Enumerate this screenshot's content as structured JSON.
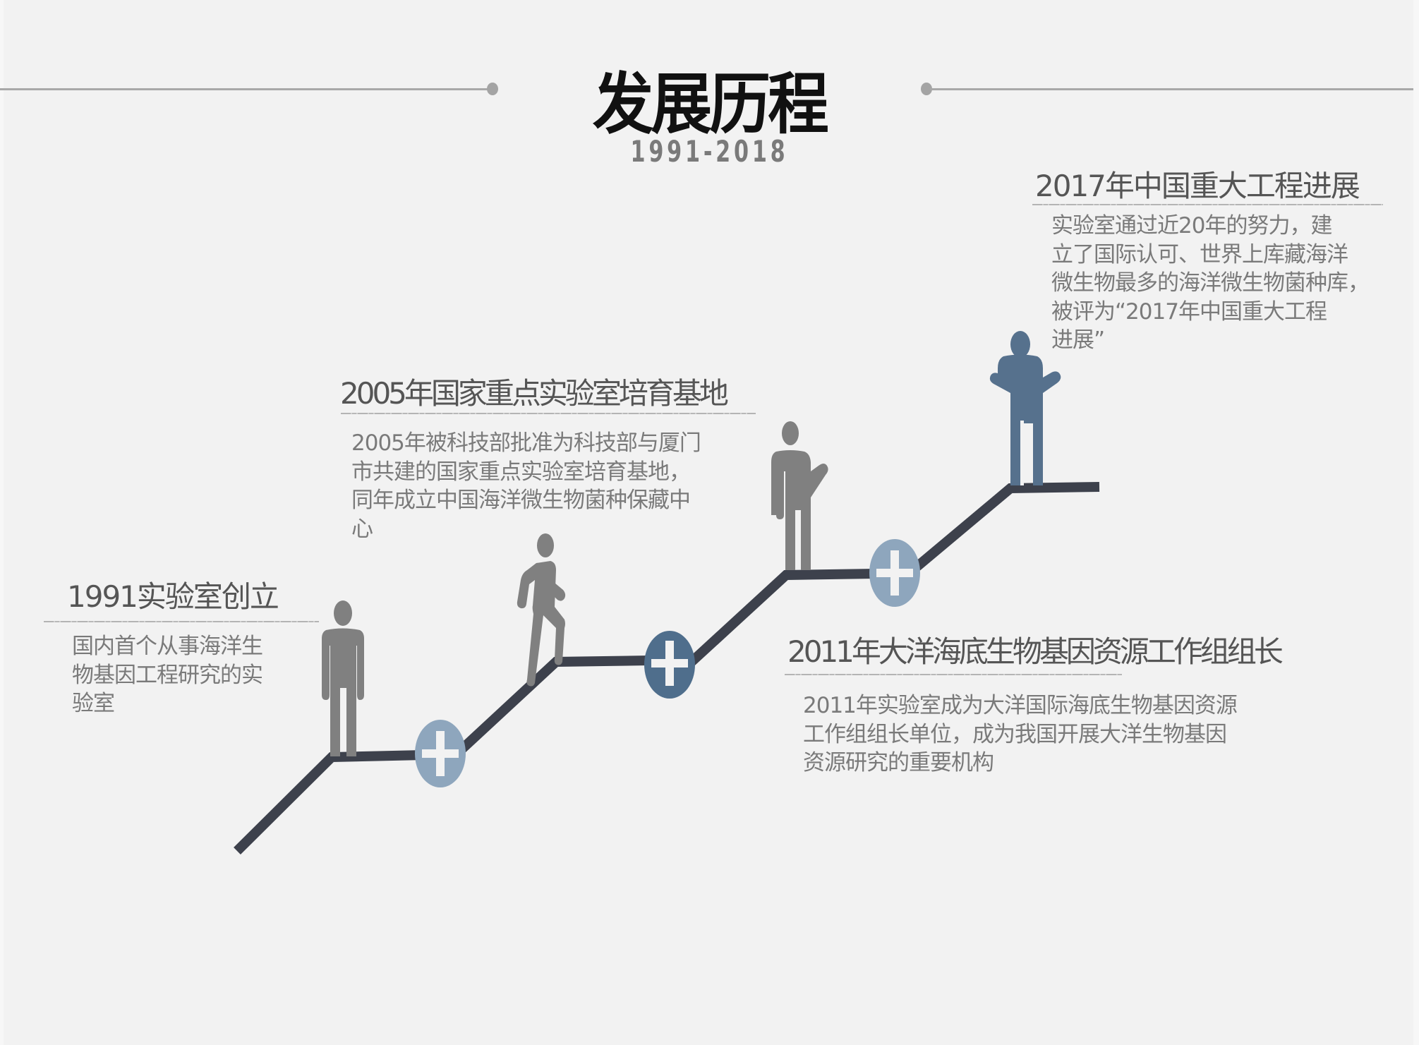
{
  "header": {
    "title": "发展历程",
    "subtitle": "1991-2018"
  },
  "colors": {
    "background": "#f2f2f2",
    "stair_line": "#3d414c",
    "figure_gray": "#808080",
    "figure_blue": "#56718d",
    "plus_light": "#8ea6bd",
    "plus_dark": "#4f6e8c",
    "heading_text": "#555555",
    "body_text": "#7a7a7a"
  },
  "milestones": [
    {
      "year": "1991",
      "heading": "1991实验室创立",
      "lines": [
        "国内首个从事海洋生",
        "物基因工程研究的实",
        "验室"
      ],
      "figure": "standing-person"
    },
    {
      "year": "2005",
      "heading": "2005年国家重点实验室培育基地",
      "lines": [
        "2005年被科技部批准为科技部与厦门",
        "市共建的国家重点实验室培育基地，",
        "同年成立中国海洋微生物菌种保藏中",
        "心"
      ],
      "figure": "walking-person"
    },
    {
      "year": "2011",
      "heading": "2011年大洋海底生物基因资源工作组组长",
      "lines": [
        "2011年实验室成为大洋国际海底生物基因资源",
        "工作组组长单位，成为我国开展大洋生物基因",
        "资源研究的重要机构"
      ],
      "figure": "waving-person"
    },
    {
      "year": "2017",
      "heading": "2017年中国重大工程进展",
      "lines": [
        "实验室通过近20年的努力，建",
        "立了国际认可、世界上库藏海洋",
        "微生物最多的海洋微生物菌种库，",
        "被评为“2017年中国重大工程",
        "进展”"
      ],
      "figure": "shrugging-person"
    }
  ],
  "step_markers": [
    {
      "icon": "plus-icon",
      "tone": "light"
    },
    {
      "icon": "plus-icon",
      "tone": "dark"
    },
    {
      "icon": "plus-icon",
      "tone": "light"
    }
  ]
}
